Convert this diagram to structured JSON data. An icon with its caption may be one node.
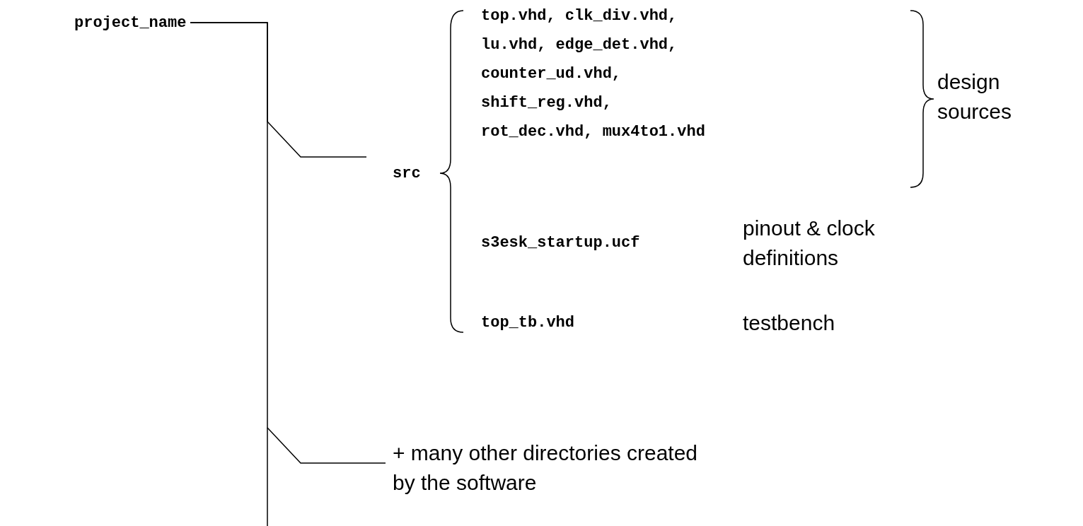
{
  "diagram": {
    "nodes": [
      {
        "text": [
          "project_name"
        ]
      },
      {
        "text": [
          "src"
        ]
      },
      {
        "text": [
          "+ many other directories created by the software"
        ]
      }
    ],
    "edges": [
      {
        "from": 0,
        "to": 1,
        "arrow": "none"
      },
      {
        "from": 0,
        "to": 2,
        "arrow": "none"
      }
    ],
    "labels": [
      "top.vhd, clk_div.vhd, lu.vhd, edge_det.vhd, counter_ud.vhd, shift_reg.vhd, rot_dec.vhd, mux4to1.vhd",
      "design sources",
      "s3esk_startup.ucf",
      "pinout & clock definitions",
      "top_tb.vhd",
      "testbench"
    ]
  }
}
